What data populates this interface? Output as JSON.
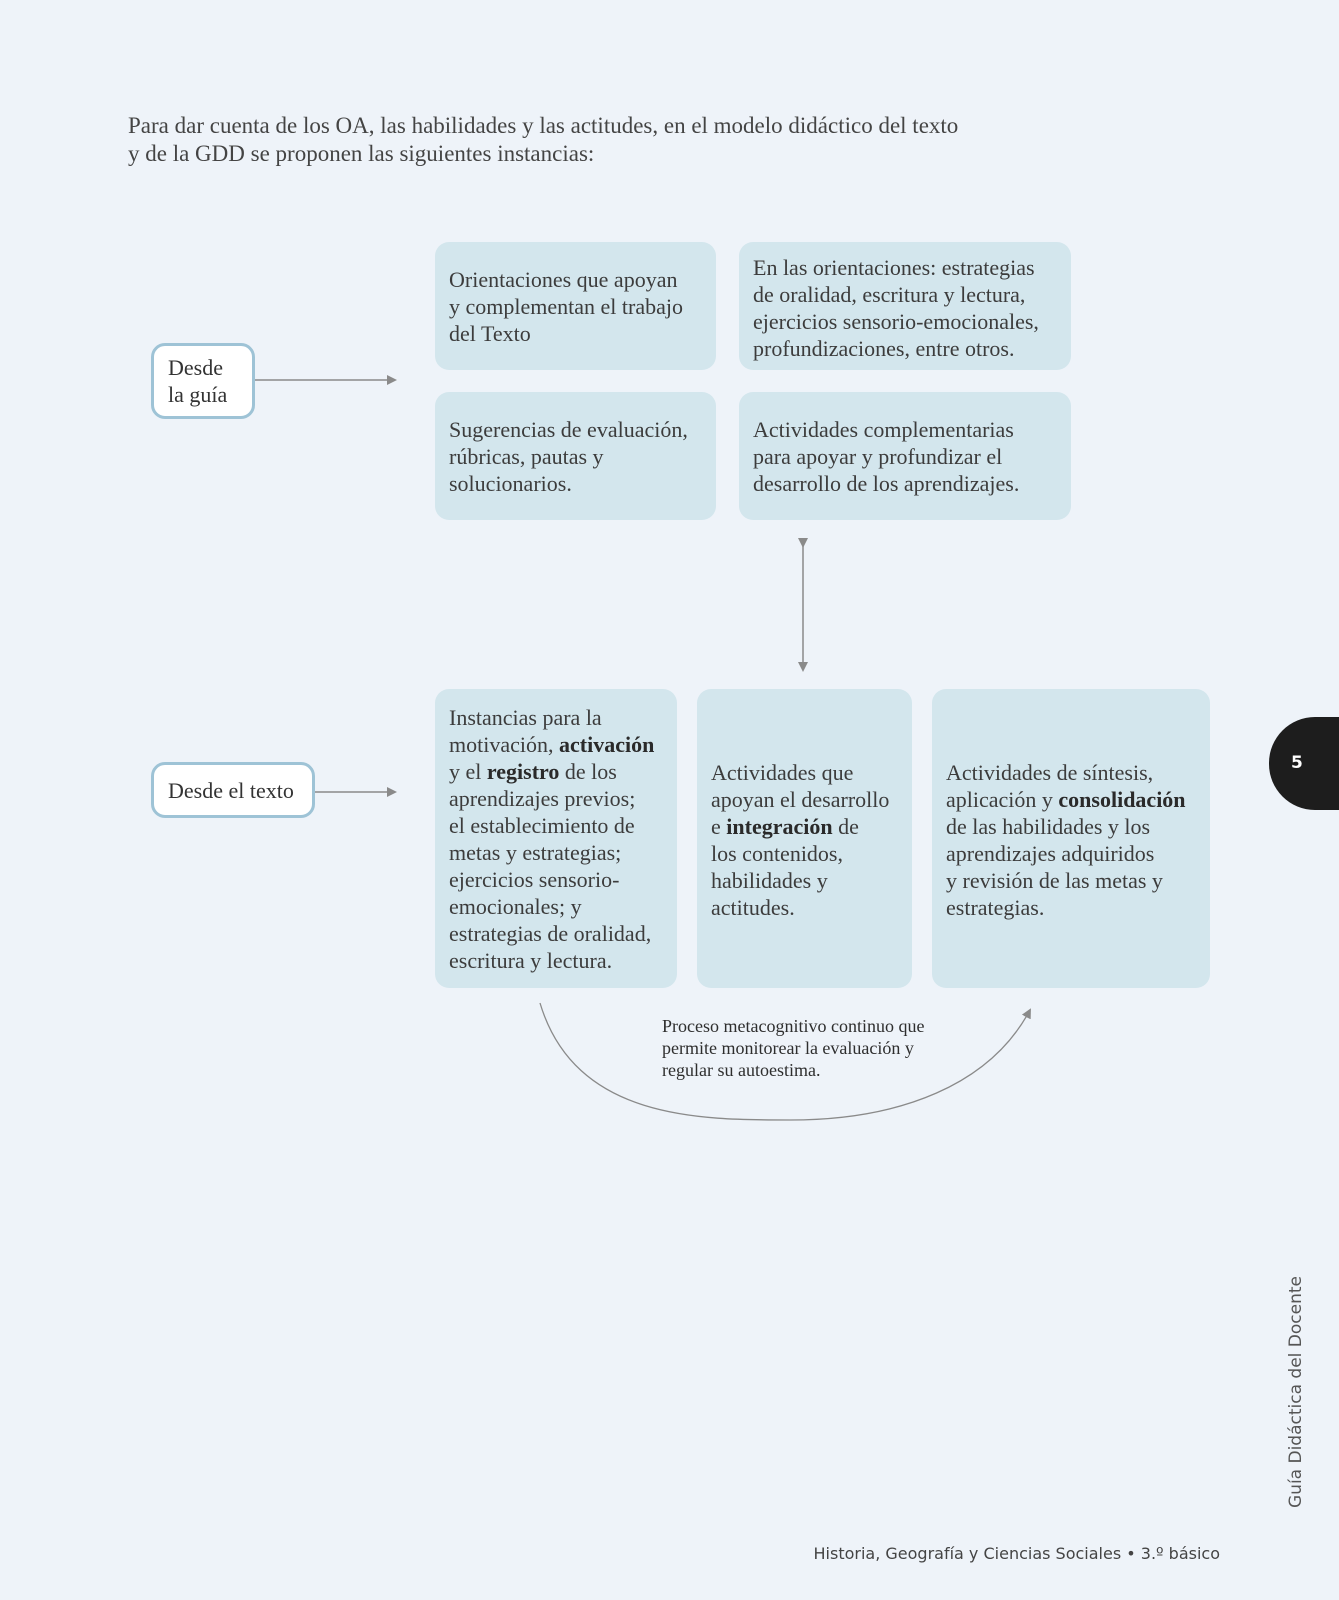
{
  "intro": {
    "line1": "Para dar cuenta de los OA, las habilidades y las actitudes, en el modelo didáctico del texto",
    "line2": "y de la GDD se proponen las siguientes instancias:"
  },
  "sources": {
    "guia": {
      "line1": "Desde",
      "line2": "la guía"
    },
    "texto": {
      "line1": "Desde el texto"
    }
  },
  "guia_boxes": {
    "orientaciones": {
      "line1": "Orientaciones que apoyan",
      "line2": "y complementan el trabajo",
      "line3": "del Texto"
    },
    "estrategias": {
      "line1": "En las orientaciones: estrategias",
      "line2": "de oralidad, escritura y lectura,",
      "line3": "ejercicios sensorio-emocionales,",
      "line4": "profundizaciones, entre otros."
    },
    "evaluacion": {
      "line1": "Sugerencias de evaluación,",
      "line2": "rúbricas, pautas y",
      "line3": "solucionarios."
    },
    "complementarias": {
      "line1": "Actividades complementarias",
      "line2": "para apoyar y profundizar el",
      "line3": "desarrollo de los aprendizajes."
    }
  },
  "texto_boxes": {
    "inicio": {
      "line1": "Instancias para la",
      "line2_a": "motivación, ",
      "line2_b": "activación",
      "line3_a": "y el ",
      "line3_b": "registro",
      "line3_c": " de los",
      "line4": "aprendizajes previos;",
      "line5": "el establecimiento de",
      "line6": "metas y estrategias;",
      "line7": "ejercicios sensorio-",
      "line8": "emocionales; y",
      "line9": "estrategias de oralidad,",
      "line10": "escritura y lectura."
    },
    "desarrollo": {
      "line1": "Actividades que",
      "line2": "apoyan el desarrollo",
      "line3_a": "e ",
      "line3_b": "integración",
      "line3_c": " de",
      "line4": "los contenidos,",
      "line5": "habilidades y",
      "line6": "actitudes."
    },
    "cierre": {
      "line1": "Actividades de síntesis,",
      "line2_a": "aplicación y ",
      "line2_b": "consolidación",
      "line3": "de las habilidades y los",
      "line4": "aprendizajes adquiridos",
      "line5": "y revisión de las metas y",
      "line6": "estrategias."
    }
  },
  "metacognitive": {
    "line1": "Proceso metacognitivo continuo que",
    "line2": "permite monitorear la evaluación y",
    "line3": "regular su autoestima."
  },
  "page_number": "5",
  "side_label": "Guía Didáctica del Docente",
  "footer": "Historia, Geografía y Ciencias Sociales • 3.º básico",
  "colors": {
    "background": "#eef3f9",
    "box_fill": "#d3e6ed",
    "source_border": "#9ec3d6",
    "tab": "#1d1d1d",
    "arrow": "#8a8a8a"
  }
}
